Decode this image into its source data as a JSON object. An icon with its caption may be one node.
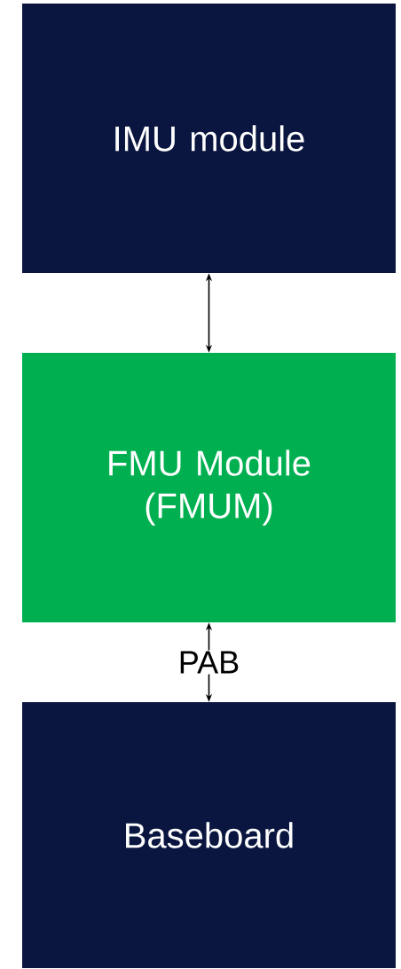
{
  "diagram": {
    "nodes": [
      {
        "text": [
          "IMU module"
        ]
      },
      {
        "text": [
          "FMU Module (FMUM)"
        ]
      },
      {
        "text": [
          "Baseboard"
        ]
      }
    ],
    "edges": [
      {
        "from": 0,
        "to": 1,
        "arrow": "both"
      },
      {
        "from": 1,
        "to": 2,
        "arrow": "both",
        "label": "PAB"
      }
    ]
  }
}
